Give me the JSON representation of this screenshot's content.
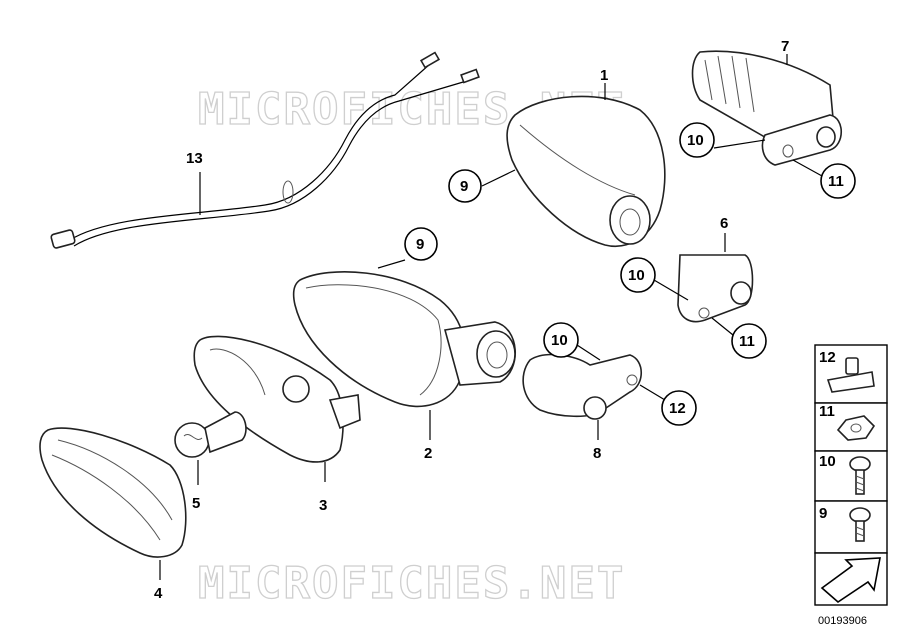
{
  "watermark": "MICROFICHES.NET",
  "callouts": {
    "p1": "1",
    "p2": "2",
    "p3": "3",
    "p4": "4",
    "p5": "5",
    "p6": "6",
    "p7": "7",
    "p8": "8",
    "p9a": "9",
    "p9b": "9",
    "p10a": "10",
    "p10b": "10",
    "p10c": "10",
    "p11a": "11",
    "p11b": "11",
    "p12": "12",
    "p13": "13"
  },
  "legend": {
    "items": [
      {
        "label": "12",
        "icon": "clip-nut-icon"
      },
      {
        "label": "11",
        "icon": "hex-nut-icon"
      },
      {
        "label": "10",
        "icon": "screw-icon"
      },
      {
        "label": "9",
        "icon": "screw-icon"
      },
      {
        "label": "",
        "icon": "arrow-icon"
      }
    ]
  },
  "diagram_code": "00193906"
}
